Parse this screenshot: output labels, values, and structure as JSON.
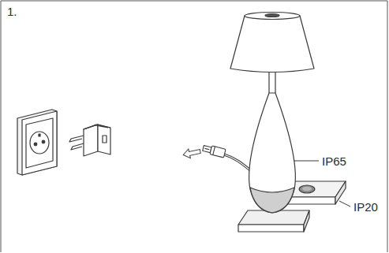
{
  "diagram": {
    "labels": [
      "1.",
      "IP65",
      "IP20"
    ]
  }
}
